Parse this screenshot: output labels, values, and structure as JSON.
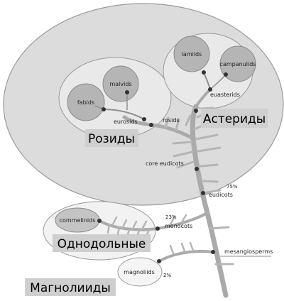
{
  "diagram": {
    "clades": {
      "fabids": "fabids",
      "malvids": "malvids",
      "lamiids": "lamiids",
      "campanulids": "campanulids",
      "eurosids": "eurosids",
      "rosids": "rosids",
      "euasterids": "euasterids",
      "core_eudicots": "core eudicots",
      "eudicots": "eudicots",
      "commelinids": "commelinids",
      "monocots": "monocots",
      "magnoliids": "magnoliids",
      "mesangiosperms": "mesangiosperms"
    },
    "percentages": {
      "eudicots": "75%",
      "monocots": "23%",
      "magnoliids": "2%"
    },
    "group_labels": {
      "rozidy": "Розиды",
      "asteridy": "Астериды",
      "odnodolnye": "Однодольные",
      "magnoliidy": "Магнолииды"
    },
    "colors": {
      "big_ellipse": "#dcdcdc",
      "inner_ellipse": "#e9e9e9",
      "leaf_circle": "#b5b5b5",
      "branch": "#aaaaaa",
      "node": "#333333",
      "label_box": "#cfcfcf"
    }
  }
}
